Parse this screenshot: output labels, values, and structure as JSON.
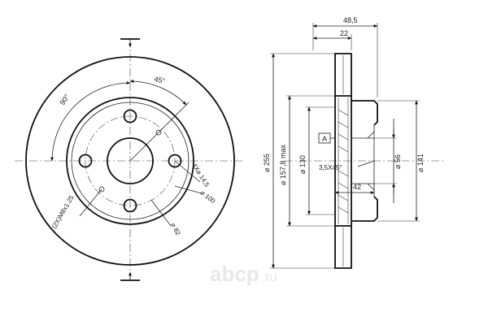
{
  "front_view": {
    "angle_90": "90°",
    "angle_45": "45°",
    "bolt_label": "(2X)M8x1.25",
    "hole_count_dim": "4X⌀ 14,5",
    "dia_100": "⌀ 100",
    "dia_82": "⌀ 82"
  },
  "side_view": {
    "width_48_5": "48,5",
    "width_22": "22",
    "dia_255": "⌀ 255",
    "dia_157_8": "⌀ 157,8 max",
    "dia_130": "⌀ 130",
    "chamfer": "3,5X45°",
    "dia_56": "⌀ 56",
    "dia_141": "⌀ 141",
    "depth_42": "42",
    "datum_label": "A"
  },
  "watermark": {
    "brand": "abcp",
    "domain": ".ru"
  }
}
